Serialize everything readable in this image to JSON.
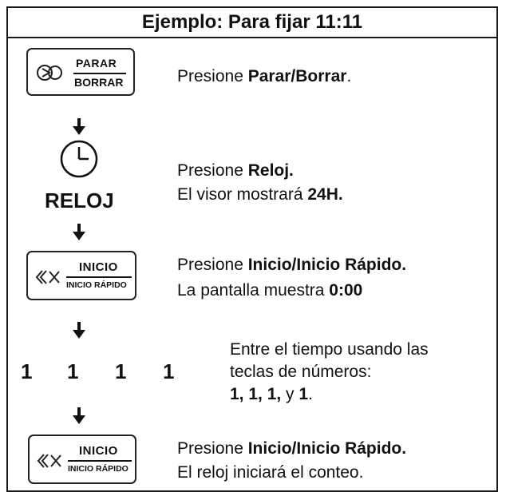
{
  "header": {
    "title": "Ejemplo: Para fijar 11:11"
  },
  "steps": {
    "parar": {
      "btn_top": "PARAR",
      "btn_bottom": "BORRAR",
      "line1_pre": "Presione ",
      "line1_bold": "Parar/Borrar",
      "line1_post": "."
    },
    "reloj": {
      "label": "RELOJ",
      "line1_pre": "Presione ",
      "line1_bold": "Reloj.",
      "line2_pre": "El visor mostrará ",
      "line2_bold": "24H."
    },
    "inicio1": {
      "btn_top": "INICIO",
      "btn_bottom": "INICIO RÁPIDO",
      "line1_pre": "Presione ",
      "line1_bold": "Inicio/Inicio Rápido.",
      "line2_pre": "La pantalla muestra ",
      "line2_bold": "0:00"
    },
    "numeros": {
      "digits": [
        "1",
        "1",
        "1",
        "1"
      ],
      "line1": "Entre el tiempo usando las",
      "line2": "teclas de números:",
      "line3_bold": "1, 1, 1,",
      "line3_mid": " y ",
      "line3_bold2": "1",
      "line3_post": "."
    },
    "inicio2": {
      "btn_top": "INICIO",
      "btn_bottom": "INICIO RÁPIDO",
      "line1_pre": "Presione ",
      "line1_bold": "Inicio/Inicio Rápido.",
      "line2": "El reloj iniciará el conteo."
    }
  },
  "icons": {
    "stop": "stop-clear-icon",
    "clock": "clock-icon",
    "start": "start-icon",
    "arrow": "down-arrow-icon"
  }
}
